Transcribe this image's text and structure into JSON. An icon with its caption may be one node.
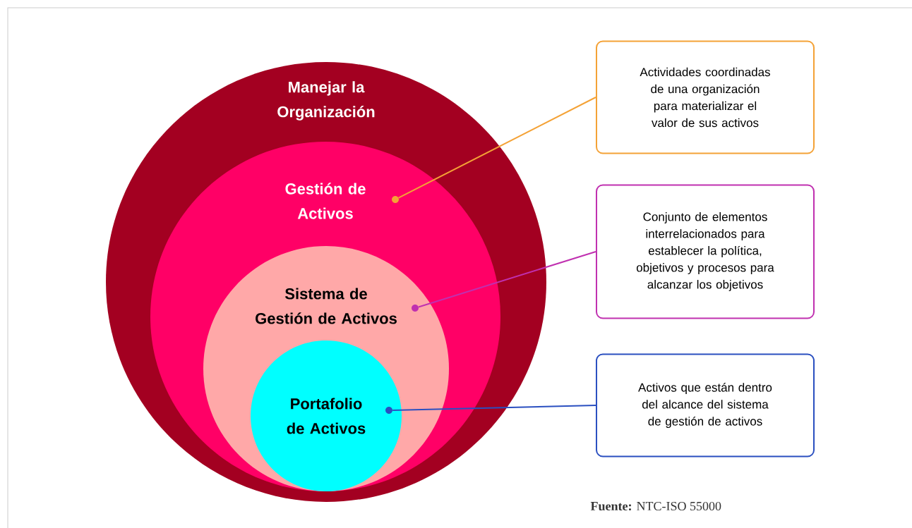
{
  "diagram": {
    "nodes": [
      {
        "text": [
          "Manejar la Organización"
        ]
      },
      {
        "text": [
          "Gestión de Activos"
        ],
        "in": 0
      },
      {
        "text": [
          "Sistema de Gestión de Activos"
        ],
        "in": 1
      },
      {
        "text": [
          "Portafolio de Activos"
        ],
        "in": 2
      },
      {
        "text": [
          "Actividades coordinadas de una organización para materializar el valor de sus activos"
        ]
      },
      {
        "text": [
          "Conjunto de elementos interrelacionados para establecer la política, objetivos y procesos para alcanzar los objetivos"
        ]
      },
      {
        "text": [
          "Activos que están dentro del alcance del sistema de gestión de activos"
        ]
      },
      {
        "text": [],
        "shape": "circle",
        "in": 1
      },
      {
        "text": [],
        "shape": "circle",
        "in": 2
      },
      {
        "text": [],
        "shape": "circle",
        "in": 3
      }
    ],
    "edges": [
      {
        "from": 4,
        "to": 7,
        "arrow": "none",
        "color": "#f4a236"
      },
      {
        "from": 5,
        "to": 8,
        "arrow": "none",
        "color": "#c030b0"
      },
      {
        "from": 6,
        "to": 9,
        "arrow": "none",
        "color": "#2a4fc0"
      }
    ],
    "labels": [
      "**Fuente:** NTC-ISO 55000"
    ]
  }
}
